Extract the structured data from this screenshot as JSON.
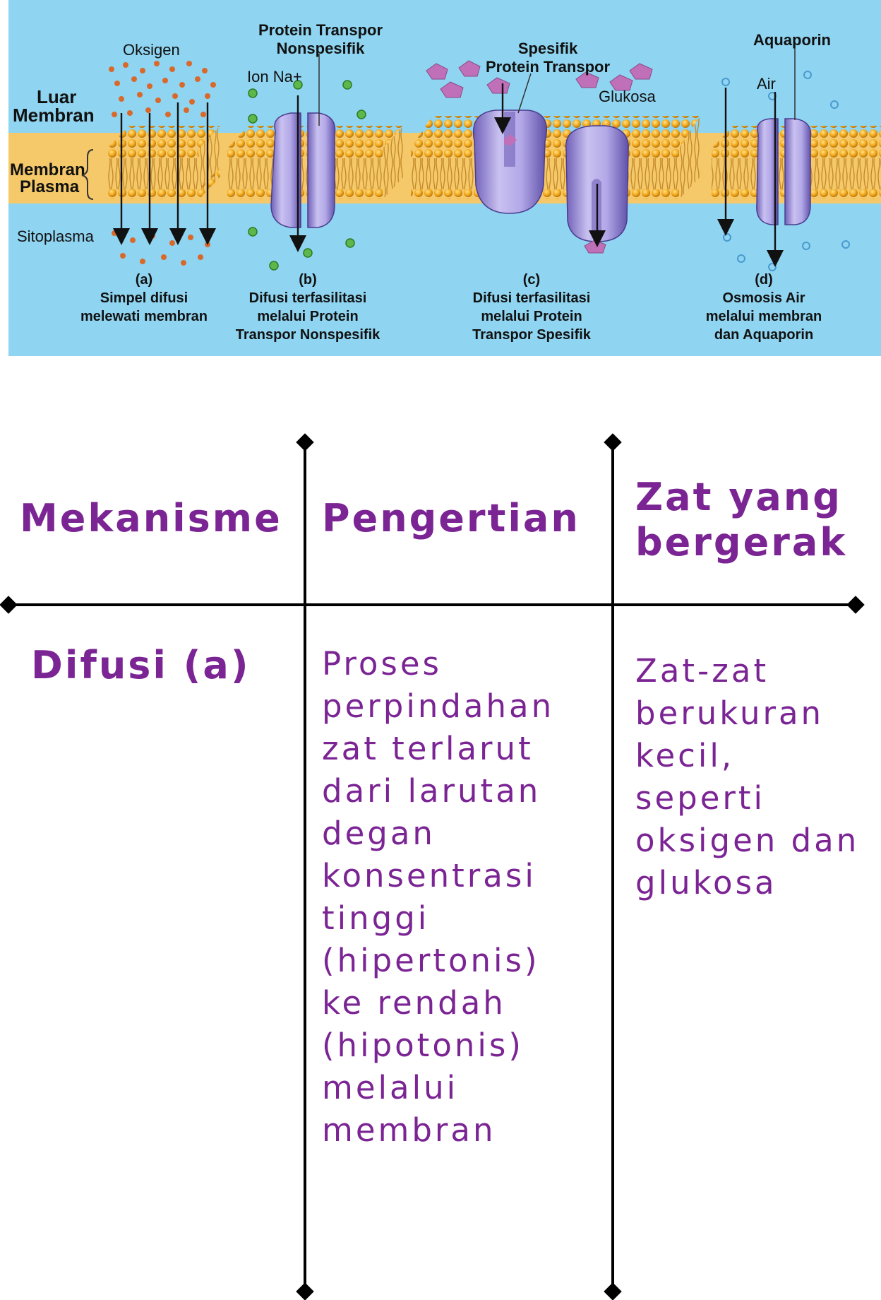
{
  "diagram": {
    "labels": {
      "oksigen": "Oksigen",
      "luar_line1": "Luar",
      "luar_line2": "Membran",
      "membran_line1": "Membran",
      "membran_line2": "Plasma",
      "sitoplasma": "Sitoplasma",
      "protein_nonspesifik_line1": "Protein Transpor",
      "protein_nonspesifik_line2": "Nonspesifik",
      "ion_na": "Ion Na+",
      "spesifik_line1": "Spesifik",
      "spesifik_line2": "Protein Transpor",
      "glukosa": "Glukosa",
      "aquaporin": "Aquaporin",
      "air": "Air"
    },
    "panels": [
      {
        "letter": "(a)",
        "line1": "Simpel difusi",
        "line2": "melewati membran",
        "line3": ""
      },
      {
        "letter": "(b)",
        "line1": "Difusi terfasilitasi",
        "line2": "melalui Protein",
        "line3": "Transpor Nonspesifik"
      },
      {
        "letter": "(c)",
        "line1": "Difusi terfasilitasi",
        "line2": "melalui Protein",
        "line3": "Transpor Spesifik"
      },
      {
        "letter": "(d)",
        "line1": "Osmosis Air",
        "line2": "melalui membran",
        "line3": "dan Aquaporin"
      }
    ],
    "colors": {
      "background": "#8fd4f0",
      "membrane_band": "#f5c96a",
      "lipid_head": "#f2a91a",
      "protein": "#9b8fd6",
      "oxygen": "#d9692b",
      "sodium": "#5cb84a",
      "glucose": "#c070b8",
      "water": "#4a9ad0"
    }
  },
  "table": {
    "headers": [
      "Mekanisme",
      "Pengertian",
      "Zat yang bergerak"
    ],
    "rows": [
      {
        "mekanisme": "Difusi (a)",
        "pengertian_lines": [
          "Proses",
          "perpindahan",
          "zat terlarut",
          "dari larutan",
          "degan",
          "konsentrasi",
          "tinggi",
          "(hipertonis)",
          "ke rendah",
          "(hipotonis)",
          "melalui",
          "membran"
        ],
        "zat_lines": [
          "Zat-zat",
          "berukuran",
          "kecil,",
          "seperti",
          "oksigen dan",
          "glukosa"
        ]
      }
    ],
    "colors": {
      "text": "#7b2494",
      "lines": "#000000"
    }
  }
}
